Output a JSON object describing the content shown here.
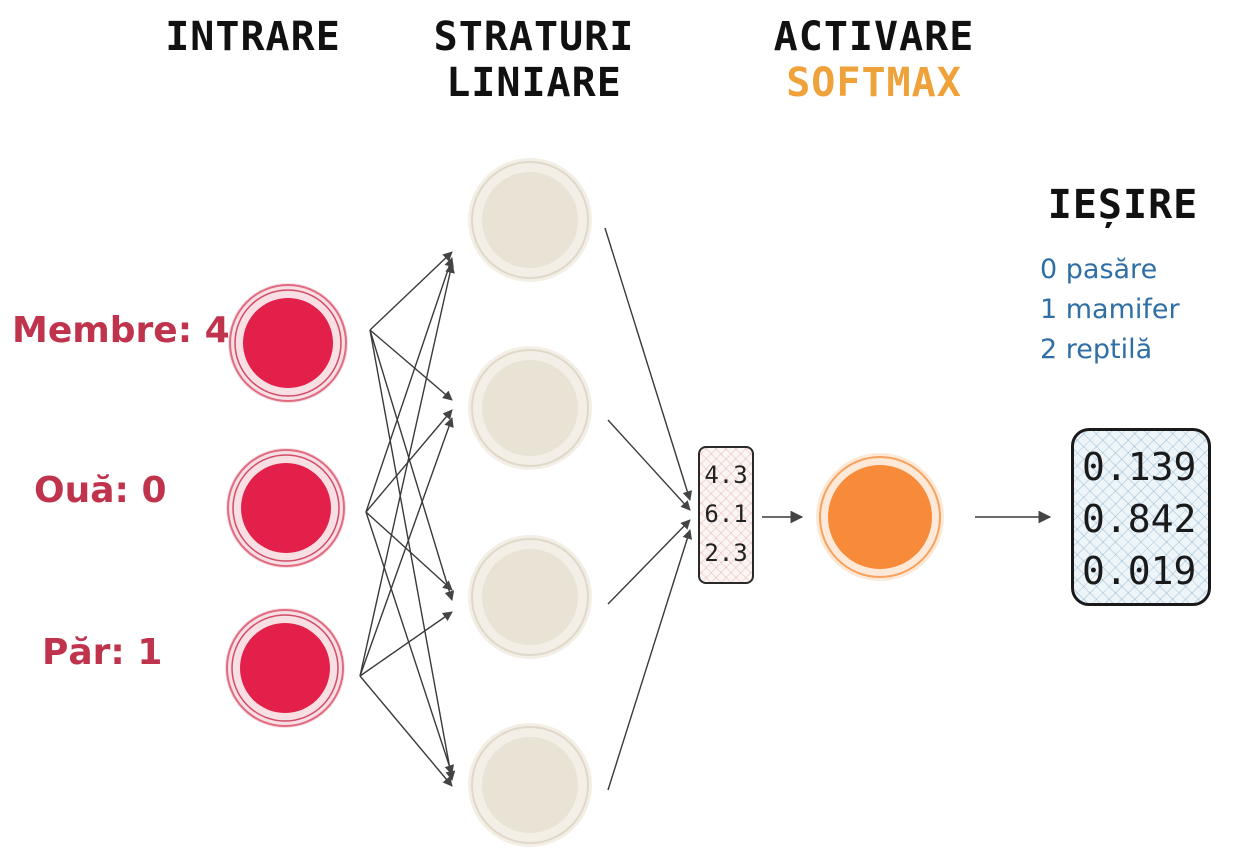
{
  "headings": {
    "input": "INTRARE",
    "layers_line1": "STRATURI",
    "layers_line2": "LINIARE",
    "activation_line1": "ACTIVARE",
    "activation_line2": "SOFTMAX",
    "output": "IEȘIRE"
  },
  "inputs": [
    {
      "label": "Membre: 4"
    },
    {
      "label": "Ouă: 0"
    },
    {
      "label": "Păr: 1"
    }
  ],
  "classes": [
    "0 pasăre",
    "1 mamifer",
    "2 reptilă"
  ],
  "logits": [
    "4.3",
    "6.1",
    "2.3"
  ],
  "probabilities": [
    "0.139",
    "0.842",
    "0.019"
  ],
  "colors": {
    "input_node": "#e2204a",
    "hidden_node": "#e9e3d6",
    "softmax_node": "#f88b3a",
    "softmax_label": "#f0a23a",
    "input_label": "#c0334d",
    "class_legend": "#2f6fa6"
  }
}
